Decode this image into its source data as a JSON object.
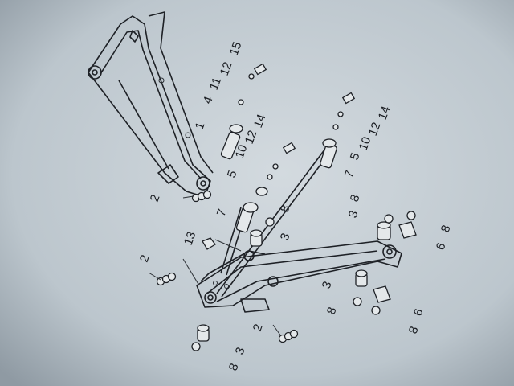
{
  "diagram": {
    "callouts": {
      "c_15": "15",
      "c_12a": "12",
      "c_11": "11",
      "c_4": "4",
      "c_1": "1",
      "c_14a": "14",
      "c_12b": "12",
      "c_10a": "10",
      "c_5a": "5",
      "c_14b": "14",
      "c_12c": "12",
      "c_10b": "10",
      "c_5b": "5",
      "c_7a": "7",
      "c_2a": "2",
      "c_7b": "7",
      "c_8a": "8",
      "c_3a": "3",
      "c_13": "13",
      "c_3b": "3",
      "c_8b": "8",
      "c_6a": "6",
      "c_8c": "8",
      "c_2b": "2",
      "c_3c": "3",
      "c_8d": "8",
      "c_6b": "6",
      "c_8e": "8",
      "c_2c": "2",
      "c_3d": "3",
      "c_8f": "8"
    }
  }
}
